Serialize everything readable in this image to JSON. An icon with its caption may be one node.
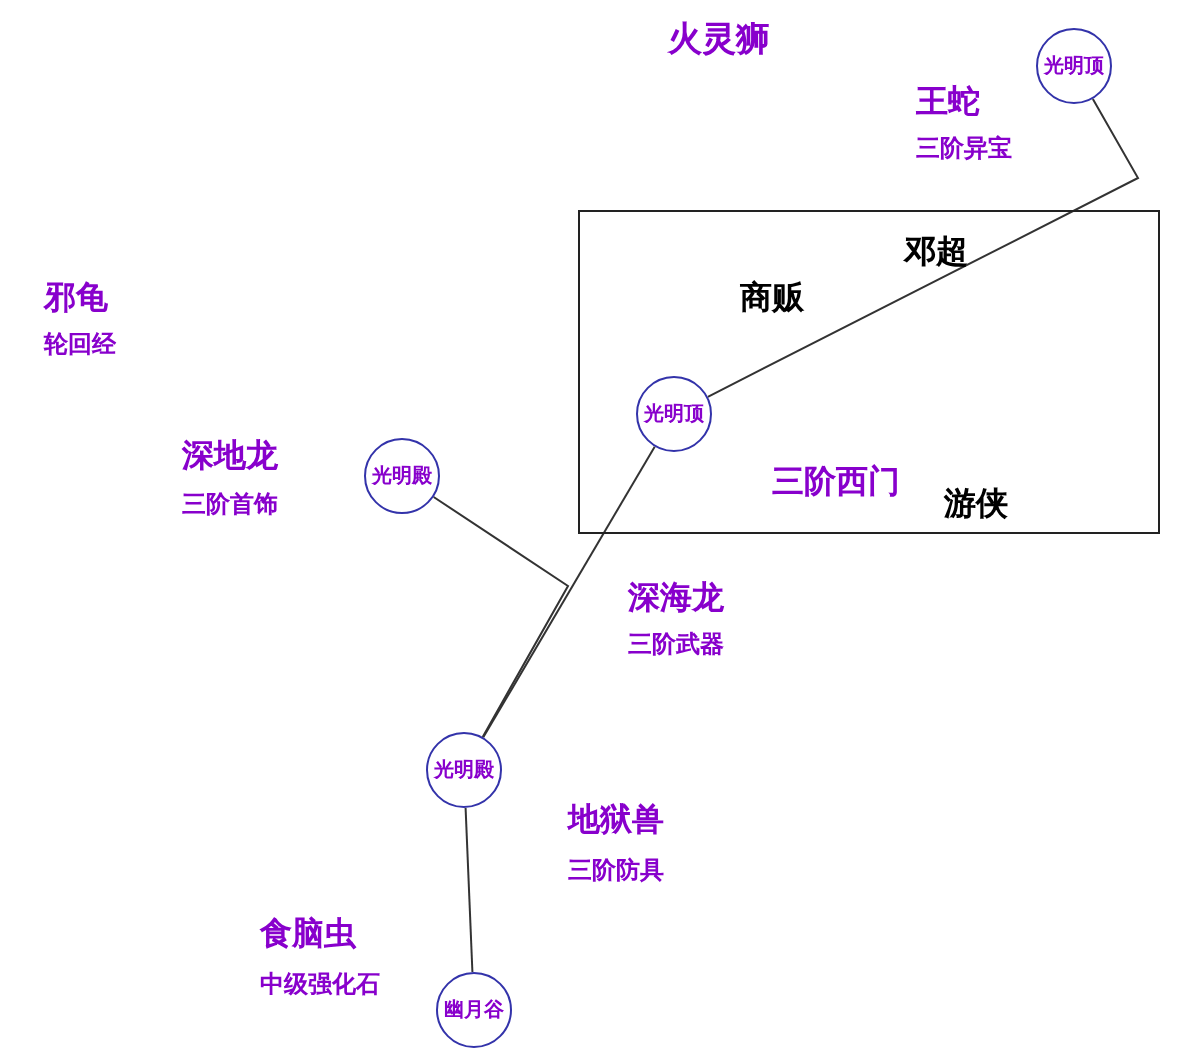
{
  "diagram": {
    "nodes": [
      {
        "text": [
          "光明顶"
        ]
      },
      {
        "text": [
          "邓超",
          "商贩",
          "三阶西门",
          "游侠"
        ]
      },
      {
        "text": [
          "光明顶"
        ],
        "in": 1
      },
      {
        "text": [
          "光明殿"
        ]
      },
      {
        "text": [
          "光明殿"
        ]
      },
      {
        "text": [
          "幽月谷"
        ]
      }
    ],
    "edges": [
      {
        "from": 0,
        "to": 2,
        "arrow": "none"
      },
      {
        "from": 2,
        "to": 4,
        "arrow": "none"
      },
      {
        "from": 3,
        "to": 4,
        "arrow": "none"
      },
      {
        "from": 4,
        "to": 5,
        "arrow": "none"
      }
    ],
    "labels": [
      "火灵狮",
      "王蛇",
      "三阶异宝",
      "邪龟",
      "轮回经",
      "深地龙",
      "三阶首饰",
      "深海龙",
      "三阶武器",
      "地狱兽",
      "三阶防具",
      "食脑虫",
      "中级强化石"
    ]
  }
}
